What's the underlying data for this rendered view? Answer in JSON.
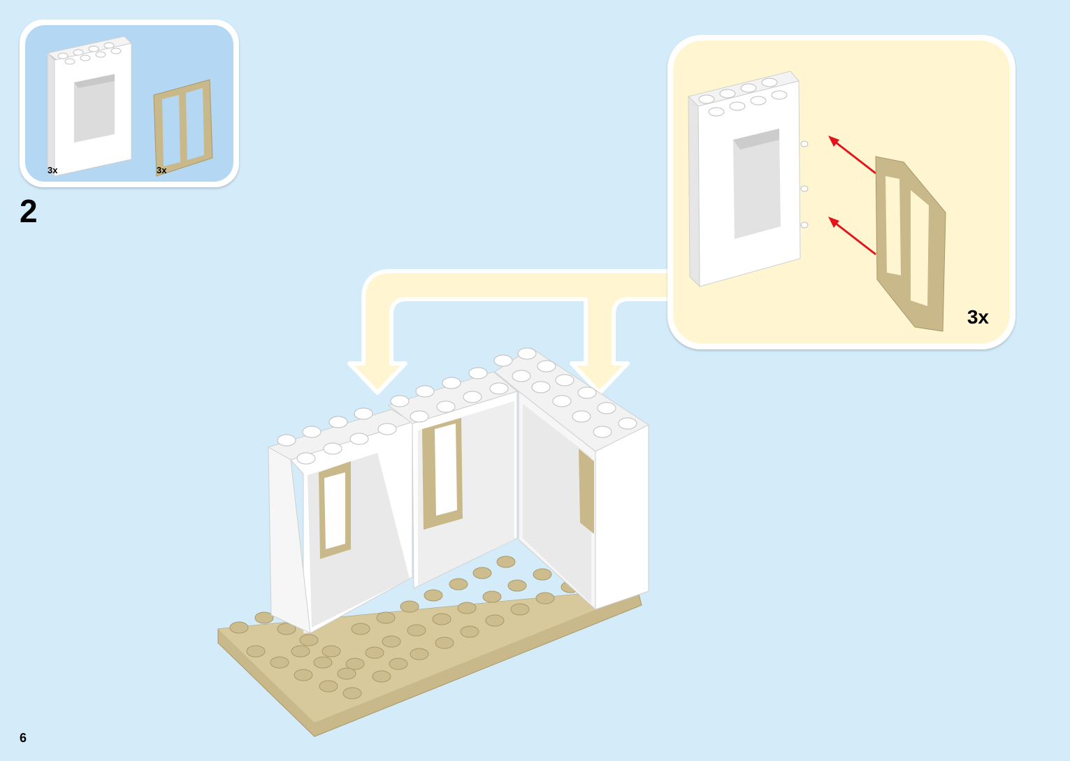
{
  "step": {
    "number": "2"
  },
  "page": {
    "number": "6"
  },
  "parts_list": {
    "items": [
      {
        "part": "white-window-frame-brick",
        "count": "3x"
      },
      {
        "part": "tan-window-shutter",
        "count": "3x"
      }
    ]
  },
  "sub_assembly": {
    "count": "3x"
  },
  "colors": {
    "page_background": "#d4ebf9",
    "parts_panel": "#b4d8f4",
    "sub_assembly_panel": "#fff6d1",
    "brick_white": "#ffffff",
    "brick_tan": "#c9b98a",
    "arrow_red": "#e3141b"
  },
  "icons": [
    "red-arrow-icon",
    "callout-arrow-icon"
  ]
}
